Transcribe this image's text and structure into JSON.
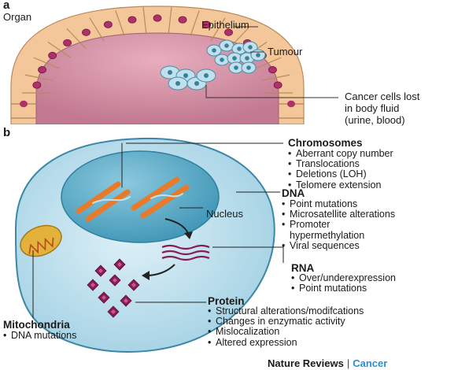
{
  "panel_a": {
    "letter": "a",
    "organ_label": "Organ",
    "epithelium_label": "Epithelium",
    "tumour_label": "Tumour",
    "lost_cells_label": [
      "Cancer cells lost",
      "in body fluid",
      "(urine, blood)"
    ]
  },
  "panel_b": {
    "letter": "b",
    "nucleus_label": "Nucleus",
    "chromosomes": {
      "title": "Chromosomes",
      "items": [
        "Aberrant copy number",
        "Translocations",
        "Deletions (LOH)",
        "Telomere extension"
      ]
    },
    "dna": {
      "title": "DNA",
      "items": [
        "Point mutations",
        "Microsatellite alterations",
        "Promoter hypermethylation",
        "Viral sequences"
      ]
    },
    "rna": {
      "title": "RNA",
      "items": [
        "Over/underexpression",
        "Point mutations"
      ]
    },
    "protein": {
      "title": "Protein",
      "items": [
        "Structural alterations/modifcations",
        "Changes in enzymatic activity",
        "Mislocalization",
        "Altered expression"
      ]
    },
    "mitochondria": {
      "title": "Mitochondria",
      "items": [
        "DNA mutations"
      ]
    }
  },
  "credit": {
    "journal": "Nature Reviews",
    "separator": "|",
    "section": "Cancer"
  },
  "colors": {
    "lumen": "#cf8aa0",
    "epithelial_cell": "#f3c79a",
    "cell_nucleus": "#b0306a",
    "tumour_cell": "#bfe0ec",
    "cytoplasm": "#bfe3ef",
    "nucleus_fill": "#5fb0cc",
    "chromosome": "#e87a2a",
    "mitochondrion": "#e2b23a",
    "protein": "#8a1c55",
    "credit_accent": "#2a8fd0"
  }
}
